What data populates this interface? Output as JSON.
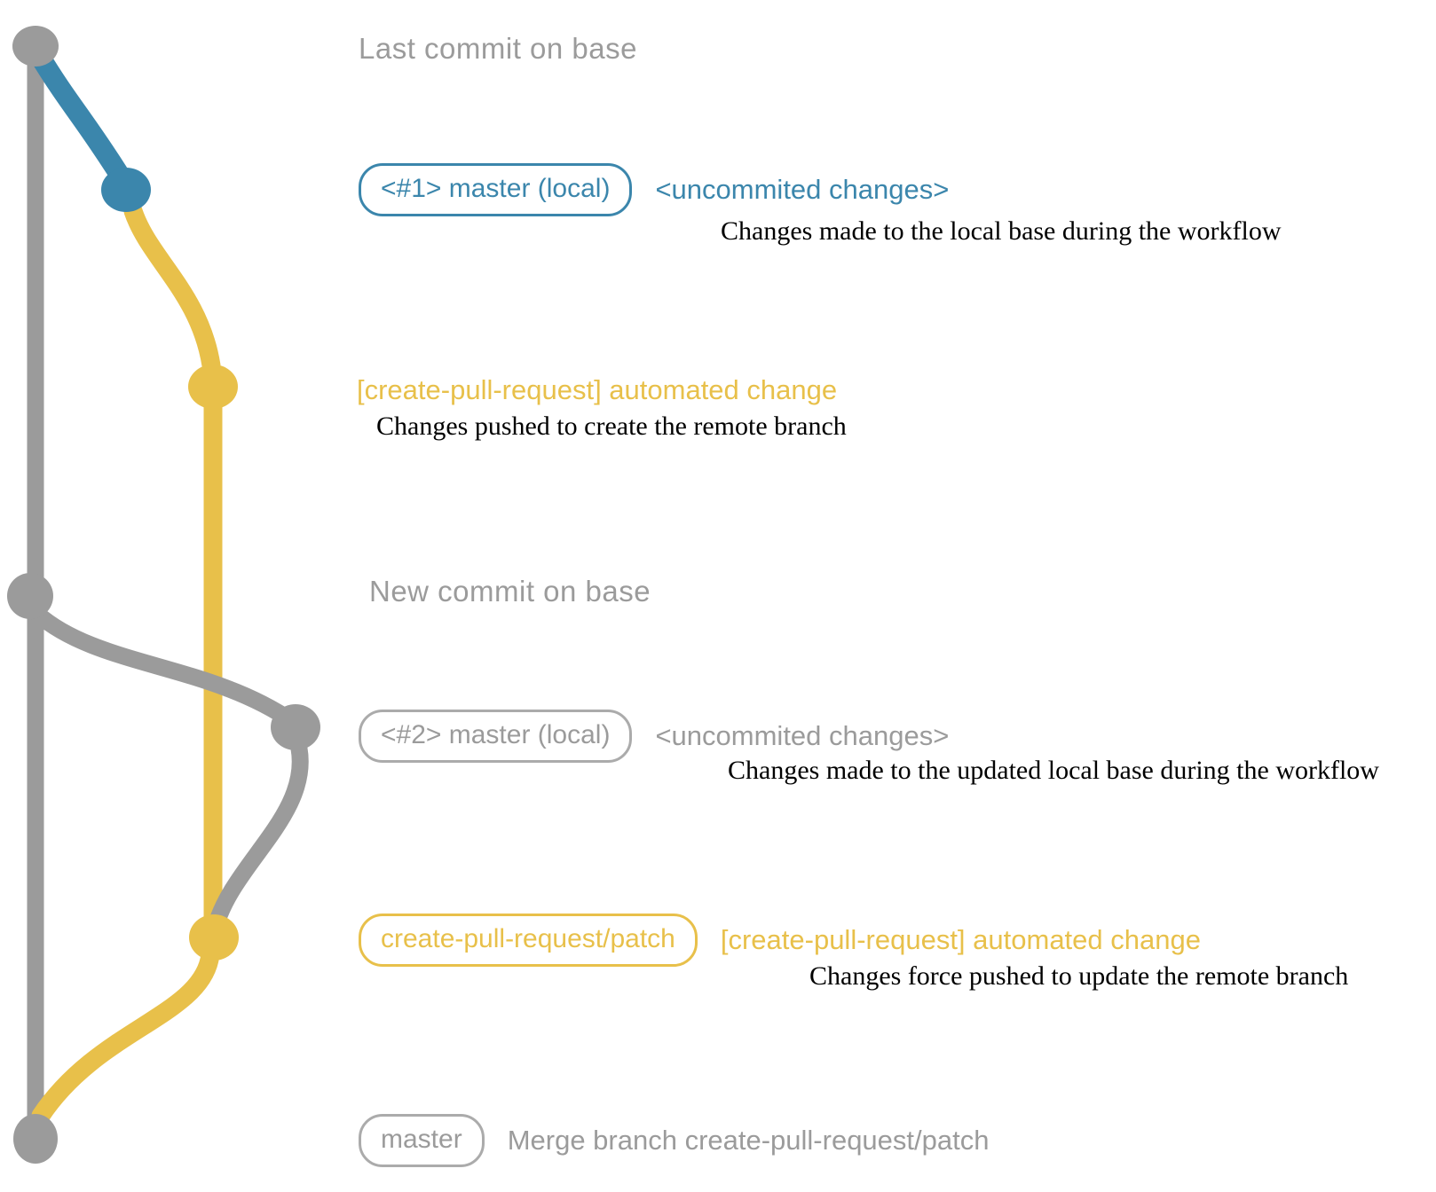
{
  "colors": {
    "gray": "#9b9b9b",
    "grayborder": "#ababab",
    "blue": "#3b86ac",
    "yellow": "#e8c04a",
    "black": "#000000"
  },
  "labels": {
    "last_commit": "Last commit on base",
    "new_commit": "New commit on base"
  },
  "rows": {
    "row1": {
      "badge": "<#1> master (local)",
      "heading": "<uncommited changes>",
      "caption": "Changes made to the local base during the workflow"
    },
    "row2": {
      "heading": "[create-pull-request] automated change",
      "caption": "Changes pushed to create the remote branch"
    },
    "row3": {
      "badge": "<#2> master (local)",
      "heading": "<uncommited changes>",
      "caption": "Changes made to the updated local base during the workflow"
    },
    "row4": {
      "badge": "create-pull-request/patch",
      "heading": "[create-pull-request] automated change",
      "caption": "Changes force pushed to update the remote branch"
    },
    "row5": {
      "badge": "master",
      "heading": "Merge branch create-pull-request/patch"
    }
  },
  "graph": {
    "lanes": [
      {
        "id": "base",
        "color": "gray"
      },
      {
        "id": "local",
        "color": "blue"
      },
      {
        "id": "patch",
        "color": "yellow"
      }
    ],
    "commits": [
      {
        "id": "last-commit-on-base",
        "lane": "base",
        "color": "gray"
      },
      {
        "id": "local-uncommitted-1",
        "lane": "local",
        "color": "blue"
      },
      {
        "id": "patch-commit-1",
        "lane": "patch",
        "color": "yellow"
      },
      {
        "id": "new-commit-on-base",
        "lane": "base",
        "color": "gray"
      },
      {
        "id": "local-uncommitted-2",
        "lane": "local",
        "color": "gray"
      },
      {
        "id": "patch-commit-2",
        "lane": "patch",
        "color": "yellow"
      },
      {
        "id": "merge-commit",
        "lane": "base",
        "color": "gray"
      }
    ]
  }
}
